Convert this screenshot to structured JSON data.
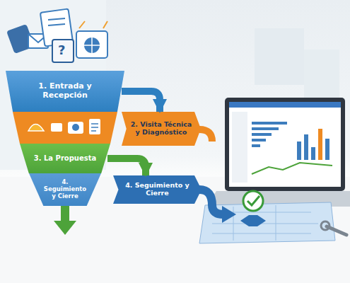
{
  "diagram": {
    "nodes": [
      {
        "text": [
          "1. Entrada y Recepción"
        ]
      },
      {
        "text": [
          "2. Visita Técnica y Diagnóstico"
        ]
      },
      {
        "text": [
          "3. La Propuesta"
        ]
      },
      {
        "text": [
          "4. Seguimiento y Cierre"
        ]
      },
      {
        "text": [
          "4. Seguimiento y Cierre"
        ]
      }
    ],
    "edges": [
      {
        "from": 0,
        "to": 1,
        "arrow": "to"
      },
      {
        "from": 2,
        "to": 4,
        "arrow": "to"
      }
    ],
    "labels": [
      "?"
    ]
  }
}
